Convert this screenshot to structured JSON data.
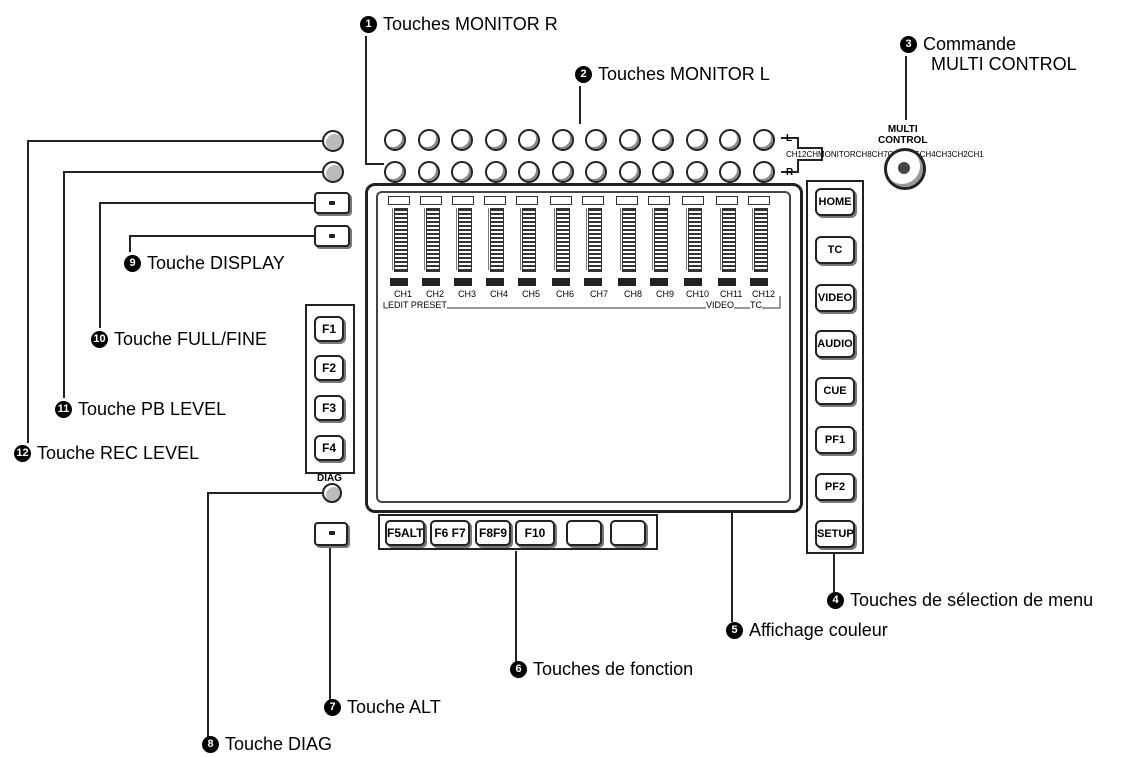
{
  "callouts": {
    "c1": {
      "num": "1",
      "text": "Touches MONITOR R"
    },
    "c2": {
      "num": "2",
      "text": "Touches MONITOR L"
    },
    "c3": {
      "num": "3",
      "line1": "Commande",
      "line2": "MULTI CONTROL"
    },
    "c4": {
      "num": "4",
      "text": "Touches de sélection de menu"
    },
    "c5": {
      "num": "5",
      "text": "Affichage couleur"
    },
    "c6": {
      "num": "6",
      "text": "Touches de fonction"
    },
    "c7": {
      "num": "7",
      "text": "Touche ALT"
    },
    "c8": {
      "num": "8",
      "text": "Touche DIAG"
    },
    "c9": {
      "num": "9",
      "text": "Touche DISPLAY"
    },
    "c10": {
      "num": "10",
      "text": "Touche FULL/FINE"
    },
    "c11": {
      "num": "11",
      "text": "Touche PB LEVEL"
    },
    "c12": {
      "num": "12",
      "text": "Touche REC LEVEL"
    }
  },
  "panel": {
    "monitor_l_label": "L",
    "monitor_r_label": "R",
    "monitor_channels_caption": "CH12CHMONITORCH8CH7CH6CH5CH4CH3CH2CH1",
    "multi_control_line1": "MULTI",
    "multi_control_line2": "CONTROL",
    "menu_keys": [
      "HOME",
      "TC",
      "VIDEO",
      "AUDIO",
      "CUE",
      "PF1",
      "PF2",
      "SETUP"
    ],
    "f_keys": [
      "F1",
      "F2",
      "F3",
      "F4"
    ],
    "diag_label": "DIAG",
    "bottom_keys": [
      "F5ALT",
      "F6 F7",
      "F8F9",
      "F10",
      "",
      ""
    ],
    "screen": {
      "channels": [
        "CH1",
        "CH2",
        "CH3",
        "CH4",
        "CH5",
        "CH6",
        "CH7",
        "CH8",
        "CH9",
        "CH10",
        "CH11",
        "CH12"
      ],
      "edit_preset": "EDIT PRESET",
      "video": "VIDEO",
      "tc": "TC"
    }
  }
}
